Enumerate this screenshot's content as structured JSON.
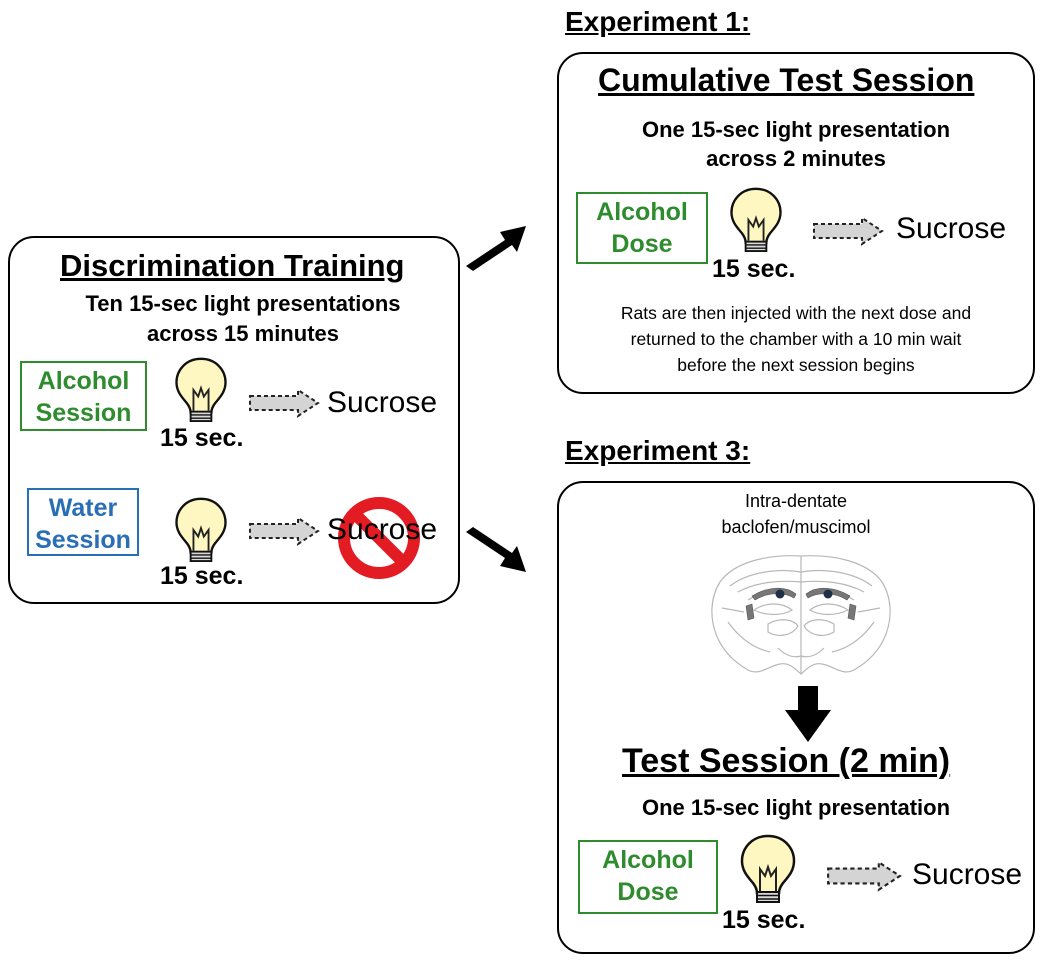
{
  "experiment1": {
    "label": "Experiment 1:",
    "title": "Cumulative Test Session",
    "subtitle_line1": "One 15-sec light presentation",
    "subtitle_line2": "across 2 minutes",
    "condition_line1": "Alcohol",
    "condition_line2": "Dose",
    "duration": "15 sec.",
    "outcome": "Sucrose",
    "note_line1": "Rats are then injected with the next dose and",
    "note_line2": "returned to the chamber with a 10 min wait",
    "note_line3": "before the next session begins"
  },
  "training": {
    "title": "Discrimination Training",
    "subtitle_line1": "Ten 15-sec light presentations",
    "subtitle_line2": "across 15 minutes",
    "alcohol": {
      "condition_line1": "Alcohol",
      "condition_line2": "Session",
      "duration": "15 sec.",
      "outcome": "Sucrose"
    },
    "water": {
      "condition_line1": "Water",
      "condition_line2": "Session",
      "duration": "15 sec.",
      "outcome": "Sucrose"
    }
  },
  "experiment3": {
    "label": "Experiment 3:",
    "infusion_line1": "Intra-dentate",
    "infusion_line2": "baclofen/muscimol",
    "title": "Test Session (2 min)",
    "subtitle": "One 15-sec light presentation",
    "condition_line1": "Alcohol",
    "condition_line2": "Dose",
    "duration": "15 sec.",
    "outcome": "Sucrose"
  },
  "colors": {
    "alcohol": "#2e8b2e",
    "water": "#2a6fb6",
    "no_symbol": "#e31b23",
    "bulb_fill": "#fff7c2"
  },
  "icons": [
    "lightbulb-icon",
    "dashed-arrow-icon",
    "no-symbol-icon",
    "black-arrow-icon",
    "brain-section-icon"
  ]
}
